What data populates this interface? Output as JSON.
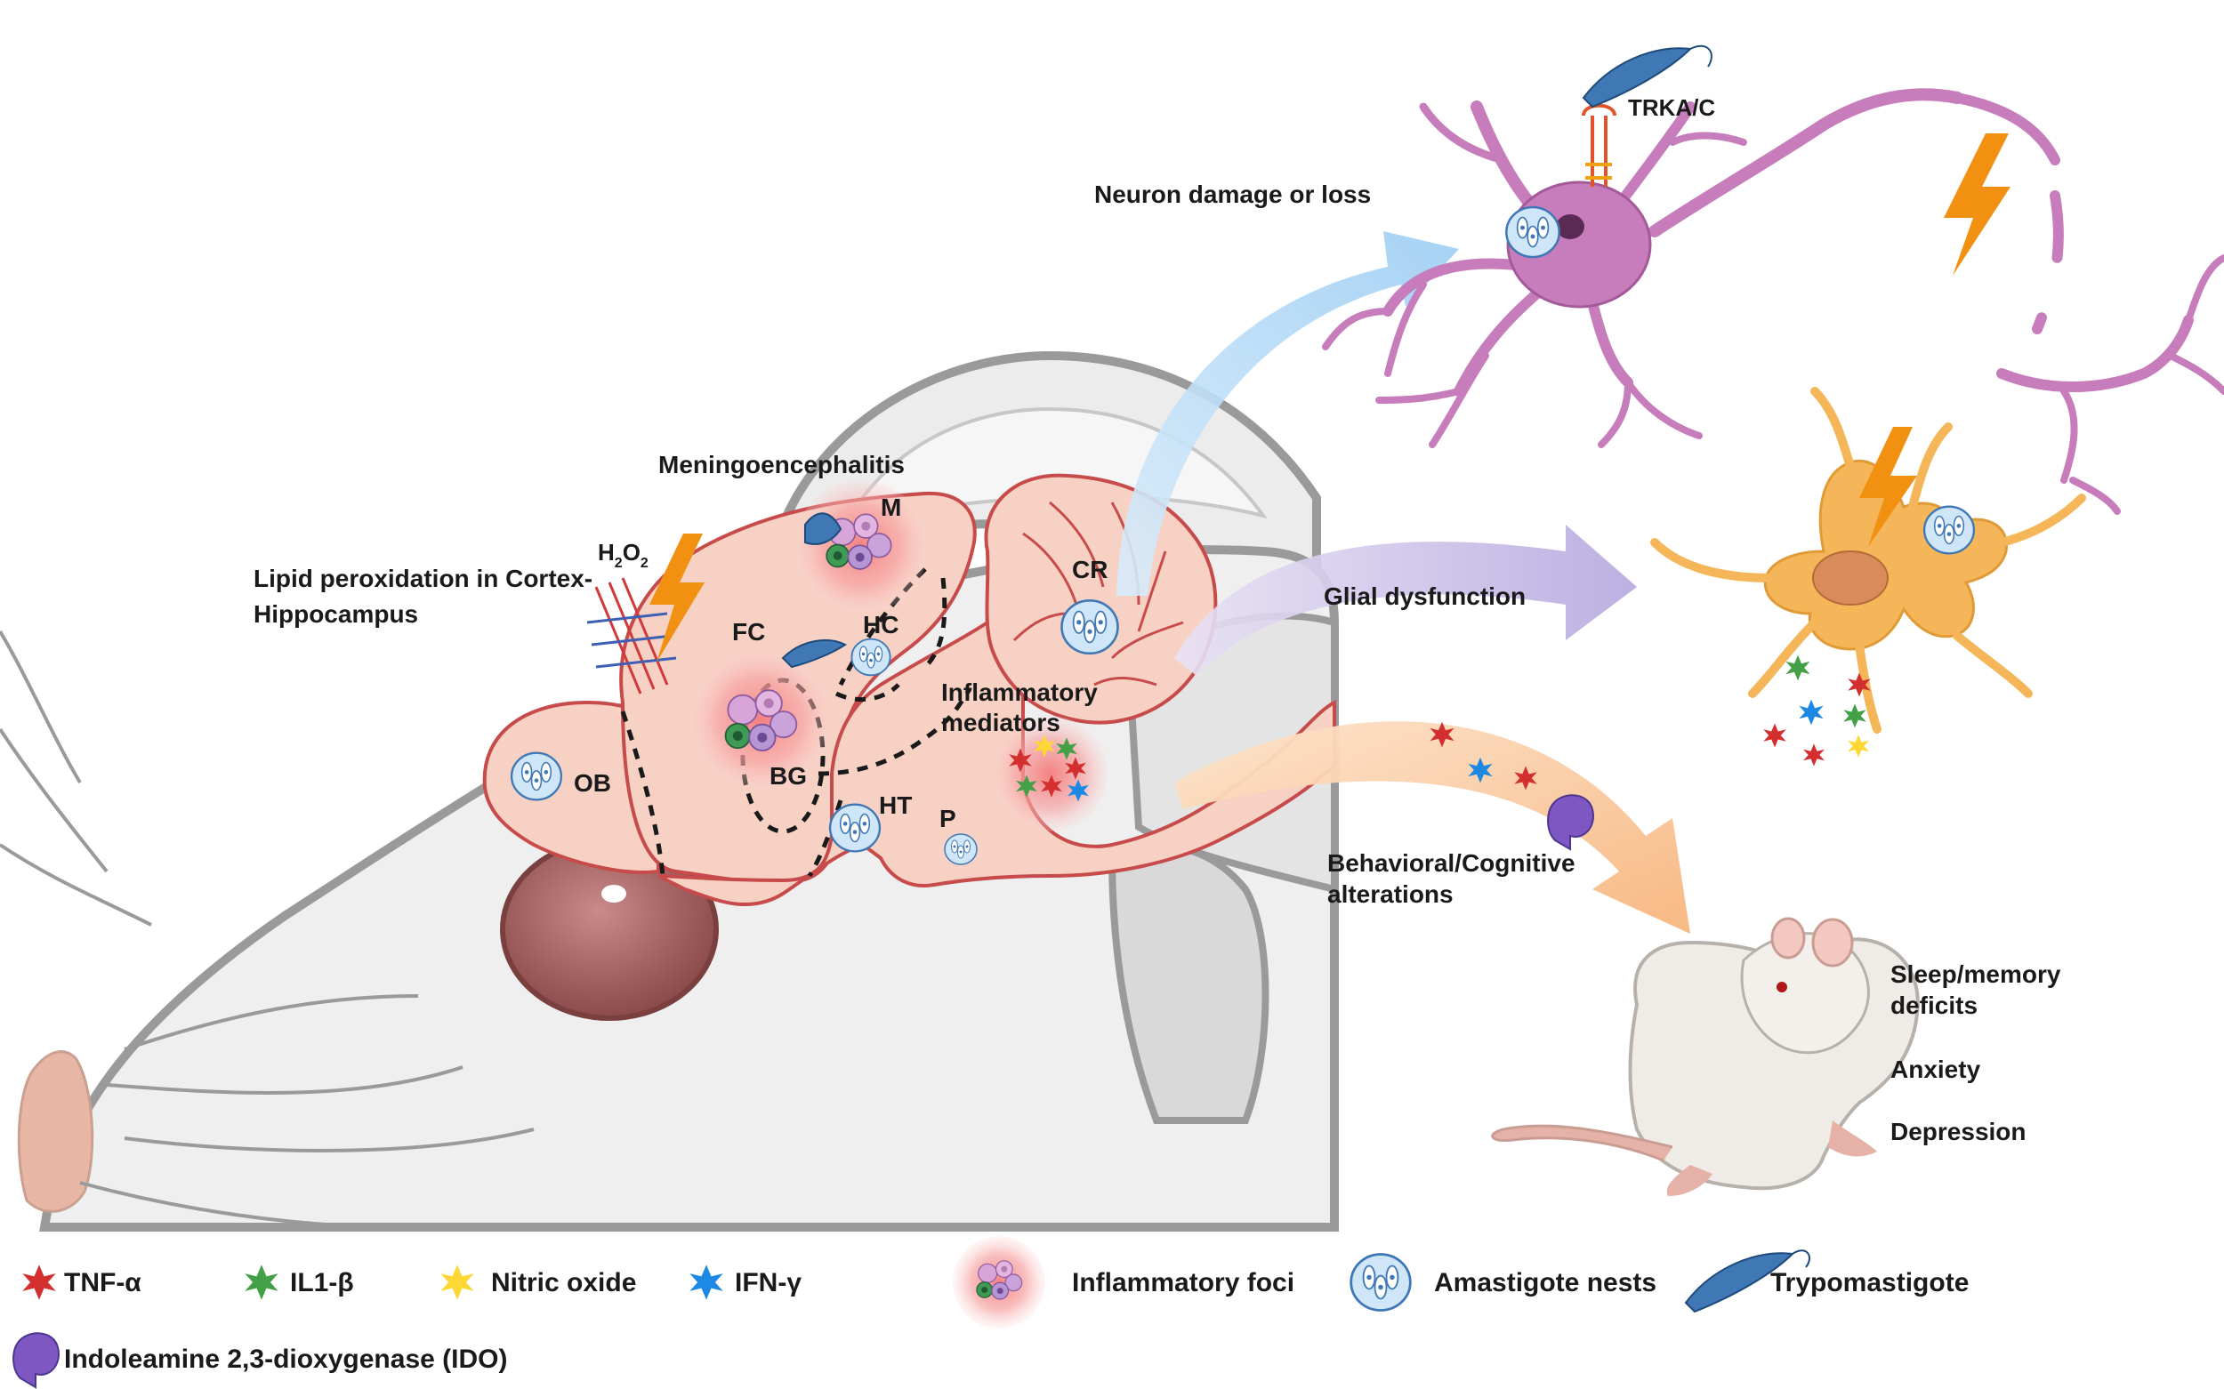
{
  "labels": {
    "meningoencephalitis": "Meningoencephalitis",
    "m": "M",
    "h2o2_main": "H",
    "h2o2_sub2": "2",
    "h2o2_o": "O",
    "h2o2_sub2b": "2",
    "lipid_line1": "Lipid peroxidation in Cortex-",
    "lipid_line2": "Hippocampus",
    "fc": "FC",
    "hc": "HC",
    "cr": "CR",
    "ob": "OB",
    "bg": "BG",
    "ht": "HT",
    "p": "P",
    "inflammatory_line1": "Inflammatory",
    "inflammatory_line2": "mediators",
    "neuron_damage": "Neuron damage or loss",
    "trka": "TRKA/C",
    "glial": "Glial  dysfunction",
    "behavioral_line1": "Behavioral/Cognitive",
    "behavioral_line2": "alterations",
    "sleep_line1": "Sleep/memory",
    "sleep_line2": "deficits",
    "anxiety": "Anxiety",
    "depression": "Depression"
  },
  "legend": {
    "tnf": "TNF-α",
    "il1": "IL1-β",
    "no": "Nitric oxide",
    "ifn": "IFN-γ",
    "foci": "Inflammatory foci",
    "nests": "Amastigote nests",
    "trypo": "Trypomastigote",
    "ido": "Indoleamine 2,3-dioxygenase (IDO)"
  },
  "colors": {
    "tnf": "#d32f2f",
    "il1": "#43a047",
    "no": "#fdd835",
    "ifn": "#1e88e5",
    "brain": "#f7d2c4",
    "brain_outline": "#c84b4b",
    "neuron": "#c77dbb",
    "glia": "#f5b65a",
    "bolt": "#f29111",
    "nest": "#bcdcf5",
    "ido": "#7e57c2"
  }
}
